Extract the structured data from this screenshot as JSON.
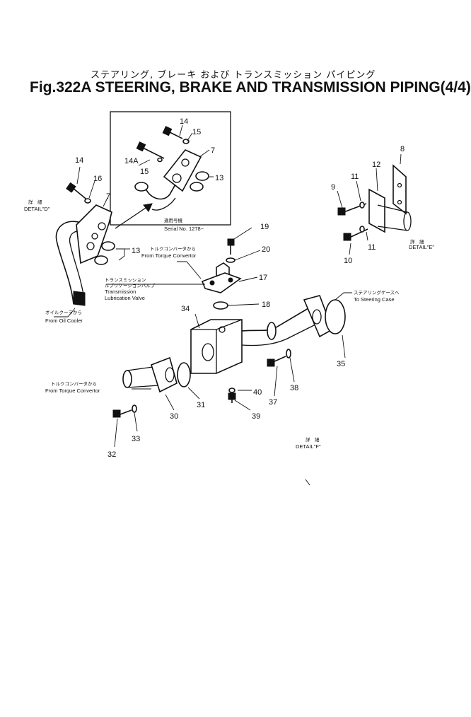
{
  "title": {
    "japanese": "ステアリング, ブレーキ および トランスミッション パイピング",
    "english": "Fig.322A STEERING, BRAKE AND TRANSMISSION PIPING(4/4)"
  },
  "part_numbers": {
    "p14_detail": "14",
    "p16_detail": "16",
    "p7_detail": "7",
    "p13_detail": "13",
    "p14_inset": "14",
    "p15_inset_a": "15",
    "p7_inset": "7",
    "p14a_inset": "14A",
    "p15_inset_b": "15",
    "p13_inset": "13",
    "p8": "8",
    "p12": "12",
    "p11_a": "11",
    "p9": "9",
    "p11_b": "11",
    "p10": "10",
    "p19": "19",
    "p20": "20",
    "p17": "17",
    "p18": "18",
    "p34": "34",
    "p35": "35",
    "p31": "31",
    "p30": "30",
    "p40": "40",
    "p38": "38",
    "p37": "37",
    "p39": "39",
    "p33": "33",
    "p32": "32"
  },
  "annotations": {
    "detail_d_jp": "詳　細",
    "detail_d": "DETAIL\"D\"",
    "serial_jp": "適用号機",
    "serial": "Serial No. 1278~",
    "detail_e_jp": "詳　細",
    "detail_e": "DETAIL\"E\"",
    "torque_top_jp": "トルクコンバータから",
    "torque_top": "From Torque Convertor",
    "lube_jp1": "トランスミッション",
    "lube_jp2": "ルブリケーションバルブ",
    "lube_en1": "Transmission",
    "lube_en2": "Lubrication Valve",
    "oil_jp": "オイルクーラから",
    "oil_en": "From Oil Cooler",
    "steer_jp": "ステアリングケースへ",
    "steer_en": "To Steering Case",
    "torque_left_jp": "トルクコンバータから",
    "torque_left": "From Torque Convertor",
    "detail_f_jp": "詳　細",
    "detail_f": "DETAIL\"F\""
  }
}
